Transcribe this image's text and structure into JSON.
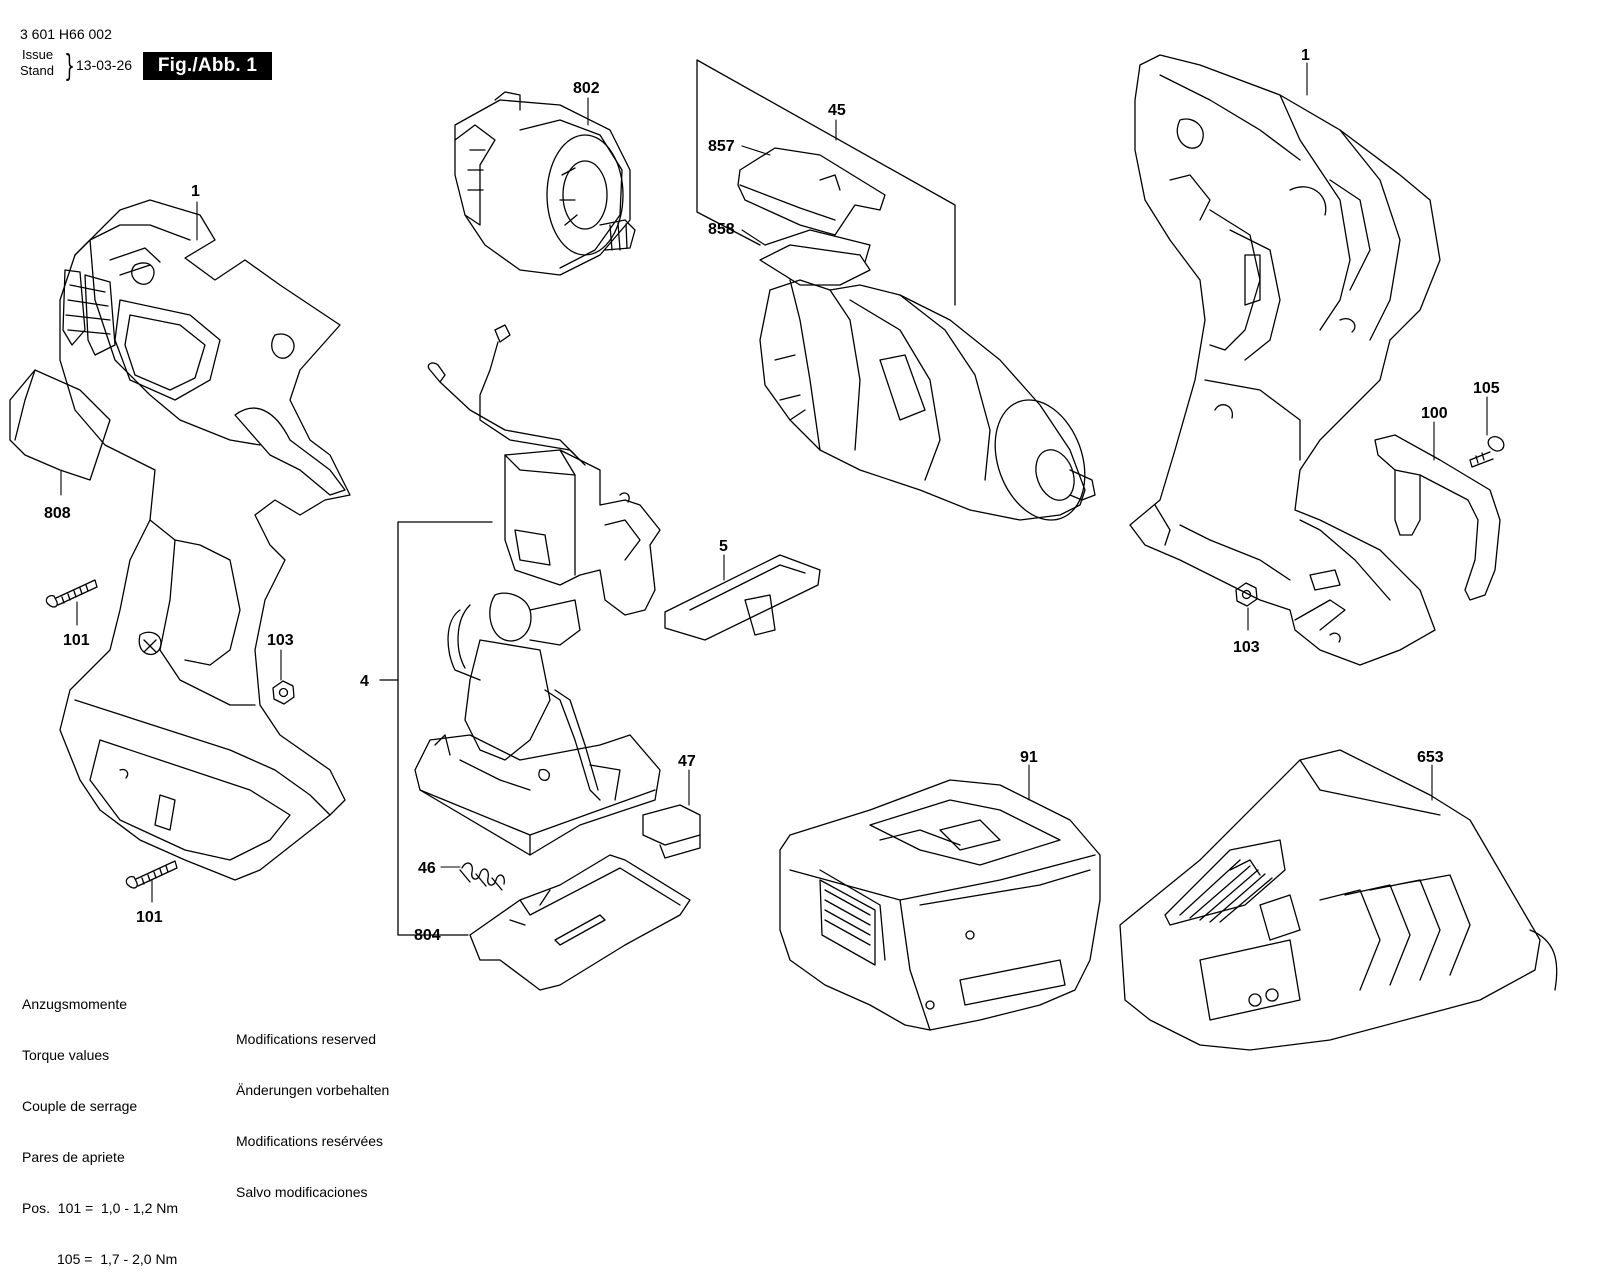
{
  "header": {
    "drawing_number": "3 601 H66 002",
    "issue_label": "Issue",
    "stand_label": "Stand",
    "issue_date": "13-03-26",
    "figure_label": "Fig./Abb. 1"
  },
  "parts": {
    "p1_left": "1",
    "p1_right": "1",
    "p4": "4",
    "p5": "5",
    "p45": "45",
    "p46": "46",
    "p47": "47",
    "p91": "91",
    "p100": "100",
    "p101_top": "101",
    "p101_bottom": "101",
    "p103_left": "103",
    "p103_right": "103",
    "p105": "105",
    "p653": "653",
    "p802": "802",
    "p804": "804",
    "p808": "808",
    "p857": "857",
    "p858": "858"
  },
  "torque": {
    "line1": "Anzugsmomente",
    "line2": "Torque values",
    "line3": "Couple de serrage",
    "line4": "Pares de apriete",
    "line5": "Pos.  101 =  1,0 - 1,2 Nm",
    "line6": "         105 =  1,7 - 2,0 Nm"
  },
  "modifications": {
    "line1": "Modifications reserved",
    "line2": "Änderungen vorbehalten",
    "line3": "Modifications resérvées",
    "line4": "Salvo modificaciones"
  }
}
